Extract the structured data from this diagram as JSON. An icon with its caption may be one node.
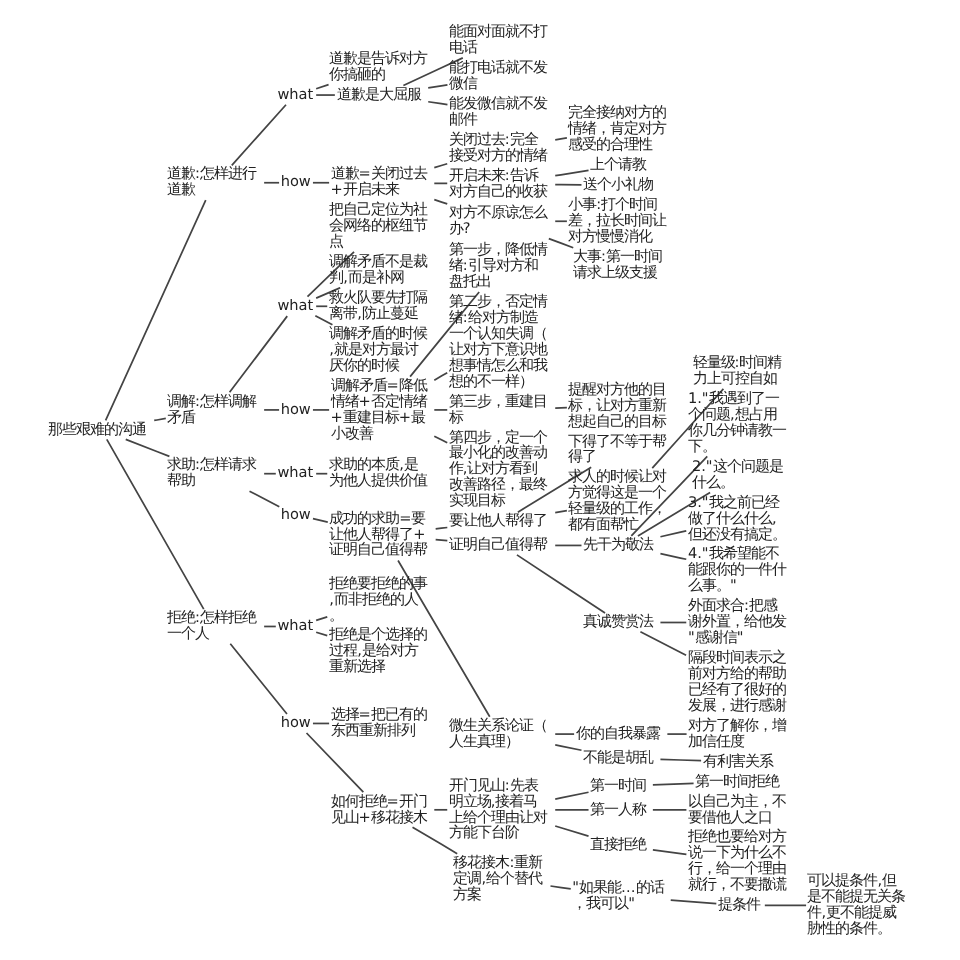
{
  "diagram": {
    "nodes": [
      {
        "text": [
          "那些艰难的沟通"
        ]
      },
      {
        "text": [
          "道歉:怎样进行道歉"
        ]
      },
      {
        "text": [
          "what"
        ]
      },
      {
        "text": [
          "道歉是告诉对方你搞砸的"
        ]
      },
      {
        "text": [
          "道歉是大屈服"
        ]
      },
      {
        "text": [
          "能面对面就不打电话"
        ]
      },
      {
        "text": [
          "能打电话就不发微信"
        ]
      },
      {
        "text": [
          "能发微信就不发邮件"
        ]
      },
      {
        "text": [
          "how"
        ]
      },
      {
        "text": [
          "道歉=关闭过去+开启未来"
        ]
      },
      {
        "text": [
          "关闭过去:完全接受对方的情绪"
        ]
      },
      {
        "text": [
          "完全接纳对方的情绪，肯定对方感受的合理性"
        ]
      },
      {
        "text": [
          "开启未来:告诉对方自己的收获"
        ]
      },
      {
        "text": [
          "上个请教"
        ]
      },
      {
        "text": [
          "送个小礼物"
        ]
      },
      {
        "text": [
          "对方不原谅怎么办?"
        ]
      },
      {
        "text": [
          "小事:打个时间差，拉长时间让对方慢慢消化"
        ]
      },
      {
        "text": [
          "大事:第一时间请求上级支援"
        ]
      },
      {
        "text": [
          "调解:怎样调解矛盾"
        ]
      },
      {
        "text": [
          "what"
        ]
      },
      {
        "text": [
          "把自己定位为社会网络的枢纽节点"
        ]
      },
      {
        "text": [
          "调解矛盾不是裁判,而是补网"
        ]
      },
      {
        "text": [
          "救火队要先打隔离带,防止蔓延"
        ]
      },
      {
        "text": [
          "调解矛盾的时候,就是对方最讨厌你的时候"
        ]
      },
      {
        "text": [
          "how"
        ]
      },
      {
        "text": [
          "调解矛盾=降低情绪+否定情绪+重建目标+最小改善"
        ]
      },
      {
        "text": [
          "第一步，降低情绪:引导对方和盘托出"
        ]
      },
      {
        "text": [
          "第二步，否定情绪:给对方制造一个认知失调（让对方下意识地想事情怎么和我想的不一样）"
        ]
      },
      {
        "text": [
          "第三步，重建目标"
        ]
      },
      {
        "text": [
          "提醒对方他的目标，让对方重新想起自己的目标"
        ]
      },
      {
        "text": [
          "第四步，定一个最小化的改善动作,让对方看到改善路径，最终实现目标"
        ]
      },
      {
        "text": [
          "求助:怎样请求帮助"
        ]
      },
      {
        "text": [
          "what"
        ]
      },
      {
        "text": [
          "求助的本质,是为他人提供价值"
        ]
      },
      {
        "text": [
          "how"
        ]
      },
      {
        "text": [
          "成功的求助=要让他人帮得了+证明自己值得帮"
        ]
      },
      {
        "text": [
          "要让他人帮得了"
        ]
      },
      {
        "text": [
          "下得了不等于帮得了"
        ]
      },
      {
        "text": [
          "求人的时候让对方觉得这是一个轻量级的工作，都有面帮忙"
        ]
      },
      {
        "text": [
          "轻量级:时间精力上可控自如"
        ]
      },
      {
        "text": [
          "证明自己值得帮"
        ]
      },
      {
        "text": [
          "先干为敬法"
        ]
      },
      {
        "text": [
          "1.\"我遇到了一个问题,想占用你几分钟请教一下。"
        ]
      },
      {
        "text": [
          "2.\"这个问题是什么。"
        ]
      },
      {
        "text": [
          "3.\"我之前已经做了什么什么,但还没有搞定。"
        ]
      },
      {
        "text": [
          "4.\"我希望能不能跟你的一件什么事。\""
        ]
      },
      {
        "text": [
          "真诚赞赏法"
        ]
      },
      {
        "text": [
          "外面求合:把感谢外置，给他发\"感谢信\""
        ]
      },
      {
        "text": [
          "隔段时间表示之前对方给的帮助已经有了很好的发展，进行感谢"
        ]
      },
      {
        "text": [
          "微生关系论证（人生真理）"
        ]
      },
      {
        "text": [
          "你的自我暴露"
        ]
      },
      {
        "text": [
          "对方了解你，增加信任度"
        ]
      },
      {
        "text": [
          "不能是胡乱"
        ]
      },
      {
        "text": [
          "有利害关系"
        ]
      },
      {
        "text": [
          "拒绝:怎样拒绝一个人"
        ]
      },
      {
        "text": [
          "what"
        ]
      },
      {
        "text": [
          "拒绝要拒绝的事,而非拒绝的人。"
        ]
      },
      {
        "text": [
          "拒绝是个选择的过程,是给对方重新选择"
        ]
      },
      {
        "text": [
          "how"
        ]
      },
      {
        "text": [
          "选择=把已有的东西重新排列"
        ]
      },
      {
        "text": [
          "如何拒绝=开门见山+移花接木"
        ]
      },
      {
        "text": [
          "开门见山:先表明立场,接着马上给个理由让对方能下台阶"
        ]
      },
      {
        "text": [
          "第一时间"
        ]
      },
      {
        "text": [
          "第一时间拒绝"
        ]
      },
      {
        "text": [
          "第一人称"
        ]
      },
      {
        "text": [
          "以自己为主，不要借他人之口"
        ]
      },
      {
        "text": [
          "直接拒绝"
        ]
      },
      {
        "text": [
          "拒绝也要给对方说一下为什么不行，给一个理由就行，不要撒谎"
        ]
      },
      {
        "text": [
          "移花接木:重新定调,给个替代方案"
        ]
      },
      {
        "text": [
          "\"如果能…的话，我可以\""
        ]
      },
      {
        "text": [
          "提条件"
        ]
      },
      {
        "text": [
          "可以提条件,但是不能提无关条件,更不能提威胁性的条件。"
        ]
      }
    ],
    "edges": [
      {
        "from": 0,
        "to": 1,
        "arrow": "none"
      },
      {
        "from": 1,
        "to": 2,
        "arrow": "none"
      },
      {
        "from": 2,
        "to": 3,
        "arrow": "none"
      },
      {
        "from": 2,
        "to": 4,
        "arrow": "none"
      },
      {
        "from": 4,
        "to": 5,
        "arrow": "none"
      },
      {
        "from": 4,
        "to": 6,
        "arrow": "none"
      },
      {
        "from": 4,
        "to": 7,
        "arrow": "none"
      },
      {
        "from": 1,
        "to": 8,
        "arrow": "none"
      },
      {
        "from": 8,
        "to": 9,
        "arrow": "none"
      },
      {
        "from": 9,
        "to": 10,
        "arrow": "none"
      },
      {
        "from": 10,
        "to": 11,
        "arrow": "none"
      },
      {
        "from": 9,
        "to": 12,
        "arrow": "none"
      },
      {
        "from": 12,
        "to": 13,
        "arrow": "none"
      },
      {
        "from": 12,
        "to": 14,
        "arrow": "none"
      },
      {
        "from": 9,
        "to": 15,
        "arrow": "none"
      },
      {
        "from": 15,
        "to": 16,
        "arrow": "none"
      },
      {
        "from": 15,
        "to": 17,
        "arrow": "none"
      },
      {
        "from": 0,
        "to": 18,
        "arrow": "none"
      },
      {
        "from": 18,
        "to": 19,
        "arrow": "none"
      },
      {
        "from": 19,
        "to": 20,
        "arrow": "none"
      },
      {
        "from": 19,
        "to": 21,
        "arrow": "none"
      },
      {
        "from": 19,
        "to": 22,
        "arrow": "none"
      },
      {
        "from": 19,
        "to": 23,
        "arrow": "none"
      },
      {
        "from": 18,
        "to": 24,
        "arrow": "none"
      },
      {
        "from": 24,
        "to": 25,
        "arrow": "none"
      },
      {
        "from": 25,
        "to": 26,
        "arrow": "none"
      },
      {
        "from": 25,
        "to": 27,
        "arrow": "none"
      },
      {
        "from": 25,
        "to": 28,
        "arrow": "none"
      },
      {
        "from": 28,
        "to": 29,
        "arrow": "none"
      },
      {
        "from": 25,
        "to": 30,
        "arrow": "none"
      },
      {
        "from": 0,
        "to": 31,
        "arrow": "none"
      },
      {
        "from": 31,
        "to": 32,
        "arrow": "none"
      },
      {
        "from": 32,
        "to": 33,
        "arrow": "none"
      },
      {
        "from": 31,
        "to": 34,
        "arrow": "none"
      },
      {
        "from": 34,
        "to": 35,
        "arrow": "none"
      },
      {
        "from": 35,
        "to": 36,
        "arrow": "none"
      },
      {
        "from": 36,
        "to": 37,
        "arrow": "none"
      },
      {
        "from": 36,
        "to": 38,
        "arrow": "none"
      },
      {
        "from": 38,
        "to": 39,
        "arrow": "none"
      },
      {
        "from": 35,
        "to": 40,
        "arrow": "none"
      },
      {
        "from": 40,
        "to": 41,
        "arrow": "none"
      },
      {
        "from": 41,
        "to": 42,
        "arrow": "none"
      },
      {
        "from": 41,
        "to": 43,
        "arrow": "none"
      },
      {
        "from": 41,
        "to": 44,
        "arrow": "none"
      },
      {
        "from": 41,
        "to": 45,
        "arrow": "none"
      },
      {
        "from": 40,
        "to": 46,
        "arrow": "none"
      },
      {
        "from": 46,
        "to": 47,
        "arrow": "none"
      },
      {
        "from": 46,
        "to": 48,
        "arrow": "none"
      },
      {
        "from": 35,
        "to": 49,
        "arrow": "none"
      },
      {
        "from": 49,
        "to": 50,
        "arrow": "none"
      },
      {
        "from": 50,
        "to": 51,
        "arrow": "none"
      },
      {
        "from": 49,
        "to": 52,
        "arrow": "none"
      },
      {
        "from": 52,
        "to": 53,
        "arrow": "none"
      },
      {
        "from": 0,
        "to": 54,
        "arrow": "none"
      },
      {
        "from": 54,
        "to": 55,
        "arrow": "none"
      },
      {
        "from": 55,
        "to": 56,
        "arrow": "none"
      },
      {
        "from": 55,
        "to": 57,
        "arrow": "none"
      },
      {
        "from": 54,
        "to": 58,
        "arrow": "none"
      },
      {
        "from": 58,
        "to": 59,
        "arrow": "none"
      },
      {
        "from": 58,
        "to": 60,
        "arrow": "none"
      },
      {
        "from": 60,
        "to": 61,
        "arrow": "none"
      },
      {
        "from": 61,
        "to": 62,
        "arrow": "none"
      },
      {
        "from": 62,
        "to": 63,
        "arrow": "none"
      },
      {
        "from": 61,
        "to": 64,
        "arrow": "none"
      },
      {
        "from": 64,
        "to": 65,
        "arrow": "none"
      },
      {
        "from": 61,
        "to": 66,
        "arrow": "none"
      },
      {
        "from": 66,
        "to": 67,
        "arrow": "none"
      },
      {
        "from": 60,
        "to": 68,
        "arrow": "none"
      },
      {
        "from": 68,
        "to": 69,
        "arrow": "none"
      },
      {
        "from": 69,
        "to": 70,
        "arrow": "none"
      },
      {
        "from": 70,
        "to": 71,
        "arrow": "none"
      }
    ]
  }
}
